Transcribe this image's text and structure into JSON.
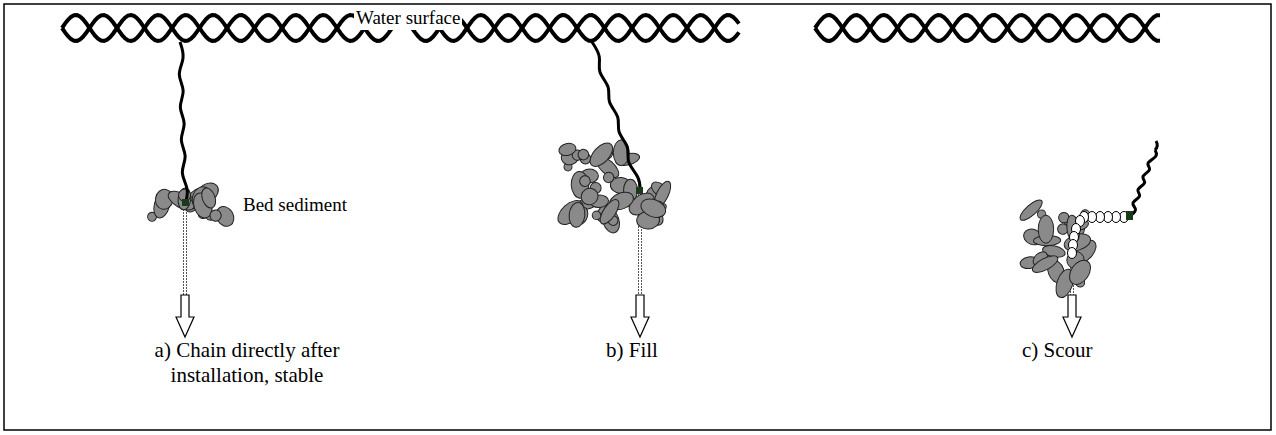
{
  "diagram": {
    "labels": [
      "Water surface",
      "Bed sediment",
      "a) Chain directly after installation, stable",
      "b) Fill",
      "c) Scour"
    ]
  }
}
